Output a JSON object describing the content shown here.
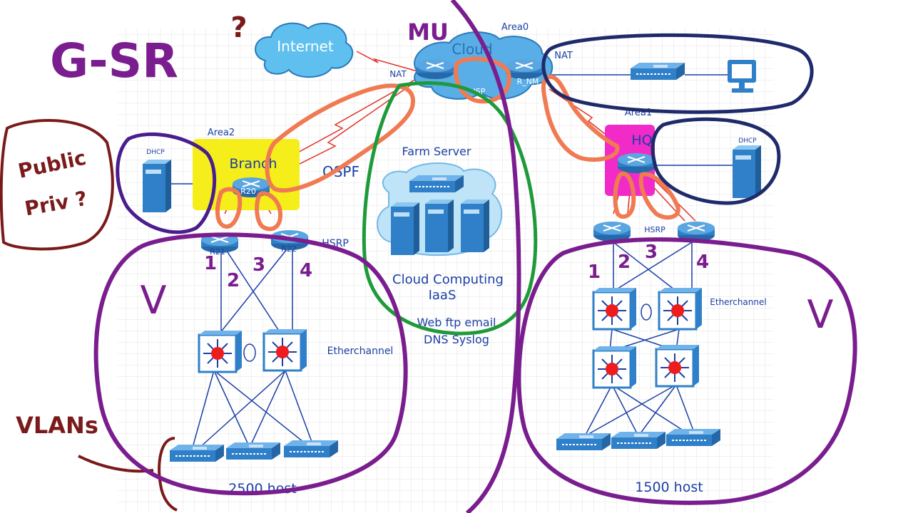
{
  "title": "G-SR",
  "question_marks": [
    "?",
    "?"
  ],
  "public_private_note": {
    "line1": "Public",
    "line2": "Priv ?"
  },
  "vlans_label": "VLANs",
  "internet_label": "Internet",
  "mu_label": "MU",
  "cloud": {
    "label": "Cloud",
    "area": "Area0",
    "nat_left": "NAT",
    "nat_right": "NAT",
    "isp_label": "ISP",
    "router_label": "R_NM"
  },
  "branch": {
    "area": "Area2",
    "name": "Branch",
    "router": "R20",
    "dhcp": "DHCP",
    "r21": "R21",
    "r22": "R22",
    "hsrp": "HSRP",
    "etherchannel": "Etherchannel",
    "hosts": "2500 host",
    "v_mark": "V",
    "numbers": [
      "1",
      "2",
      "3",
      "4"
    ]
  },
  "ospf_label": "OSPF",
  "farm": {
    "label": "Farm Server",
    "cloud_computing": "Cloud Computing",
    "iaas": "IaaS",
    "web_line": "Web ftp email",
    "dns_line": "DNS Syslog"
  },
  "hq": {
    "area": "Area1",
    "name": "HQ",
    "dhcp": "DHCP",
    "hsrp": "HSRP",
    "etherchannel": "Etherchannel",
    "hosts": "1500 host",
    "v_mark": "V",
    "numbers": [
      "1",
      "2",
      "3",
      "4"
    ]
  },
  "colors": {
    "purple": "#7a1d8e",
    "orange": "#f07a52",
    "green": "#1f9a3a",
    "navy": "#1f2a6b",
    "maroon": "#7a1a1a",
    "device_blue": "#2f80c8",
    "link_blue": "#1b3fa6",
    "link_red": "#e0342a",
    "yellow": "#f5ee1a",
    "magenta": "#f02bc8"
  }
}
